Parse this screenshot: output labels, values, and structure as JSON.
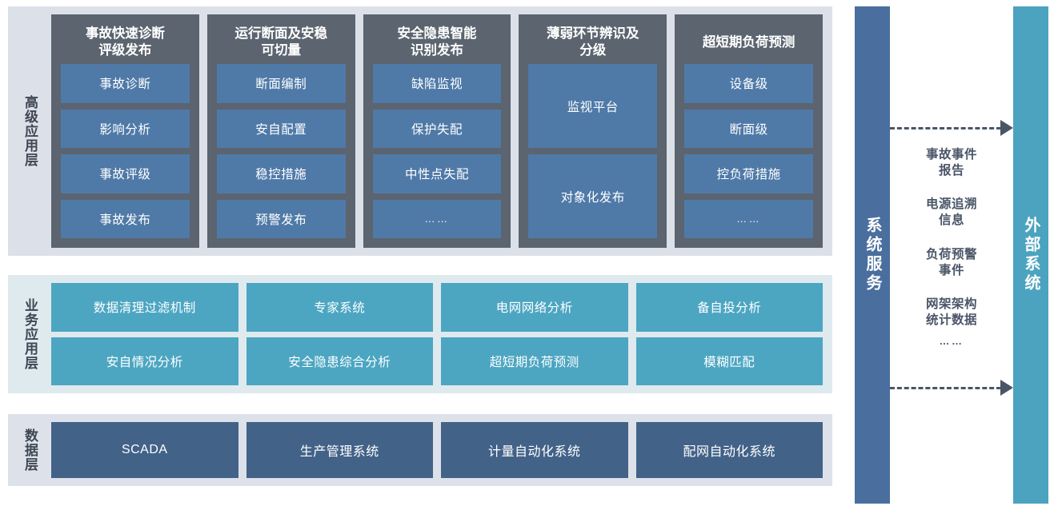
{
  "layers": {
    "advanced": {
      "label": "高级应用层",
      "columns": [
        {
          "title": "事故快速诊断\n评级发布",
          "items": [
            "事故诊断",
            "影响分析",
            "事故评级",
            "事故发布"
          ]
        },
        {
          "title": "运行断面及安稳\n可切量",
          "items": [
            "断面编制",
            "安自配置",
            "稳控措施",
            "预警发布"
          ]
        },
        {
          "title": "安全隐患智能\n识别发布",
          "items": [
            "缺陷监视",
            "保护失配",
            "中性点失配",
            "……"
          ]
        },
        {
          "title": "薄弱环节辨识及\n分级",
          "items": [
            "监视平台",
            "对象化发布"
          ]
        },
        {
          "title": "超短期负荷预测",
          "items": [
            "设备级",
            "断面级",
            "控负荷措施",
            "……"
          ]
        }
      ]
    },
    "business": {
      "label": "业务应用层",
      "items": [
        "数据清理过滤机制",
        "专家系统",
        "电网网络分析",
        "备自投分析",
        "安自情况分析",
        "安全隐患综合分析",
        "超短期负荷预测",
        "模糊匹配"
      ]
    },
    "data": {
      "label": "数据层",
      "items": [
        "SCADA",
        "生产管理系统",
        "计量自动化系统",
        "配网自动化系统"
      ]
    }
  },
  "right_panel": {
    "service_bar": "系统服务",
    "external_bar": "外部系统",
    "flow_labels": [
      "事故事件\n报告",
      "电源追溯\n信息",
      "负荷预警\n事件",
      "网架架构\n统计数据",
      "……"
    ]
  },
  "colors": {
    "panel_bg": "#dce1e9",
    "business_panel_bg": "#dfeaef",
    "advanced_column": "#5b646f",
    "advanced_item": "#4f7aa8",
    "business_item": "#4ca6c2",
    "data_item": "#426288",
    "service_bar": "#4a6f9e",
    "external_bar": "#4ba3bf",
    "arrow": "#4a5568",
    "label_text": "#3f4753"
  }
}
